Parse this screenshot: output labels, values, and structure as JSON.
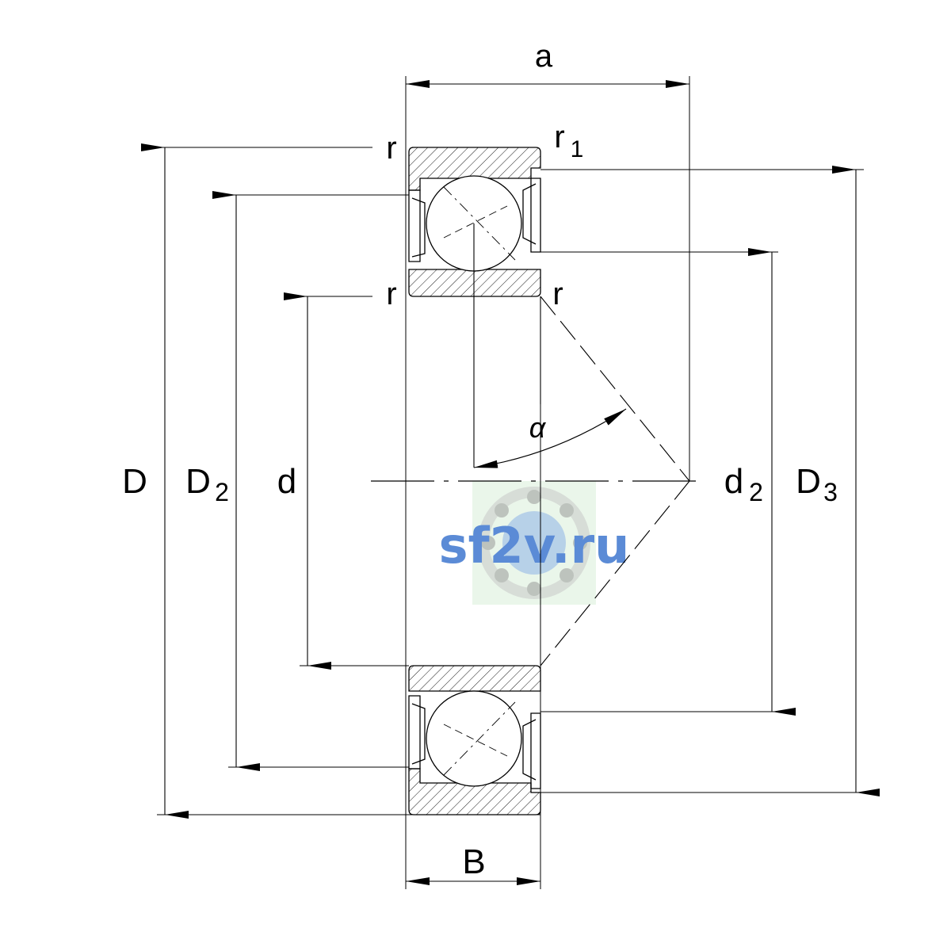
{
  "labels": {
    "a": "a",
    "B": "B",
    "D": "D",
    "D2": "D",
    "D2_sub": "2",
    "d": "d",
    "d2": "d",
    "d2_sub": "2",
    "D3": "D",
    "D3_sub": "3",
    "r_top_left": "r",
    "r1": "r",
    "r1_sub": "1",
    "r_mid_left": "r",
    "r_mid_right": "r",
    "alpha": "α"
  },
  "watermark": {
    "text": "sf2v.ru",
    "text_color": "#5b8bd6",
    "bg_color": "#eaf6ea"
  },
  "colors": {
    "line": "#000000",
    "background": "#ffffff"
  }
}
